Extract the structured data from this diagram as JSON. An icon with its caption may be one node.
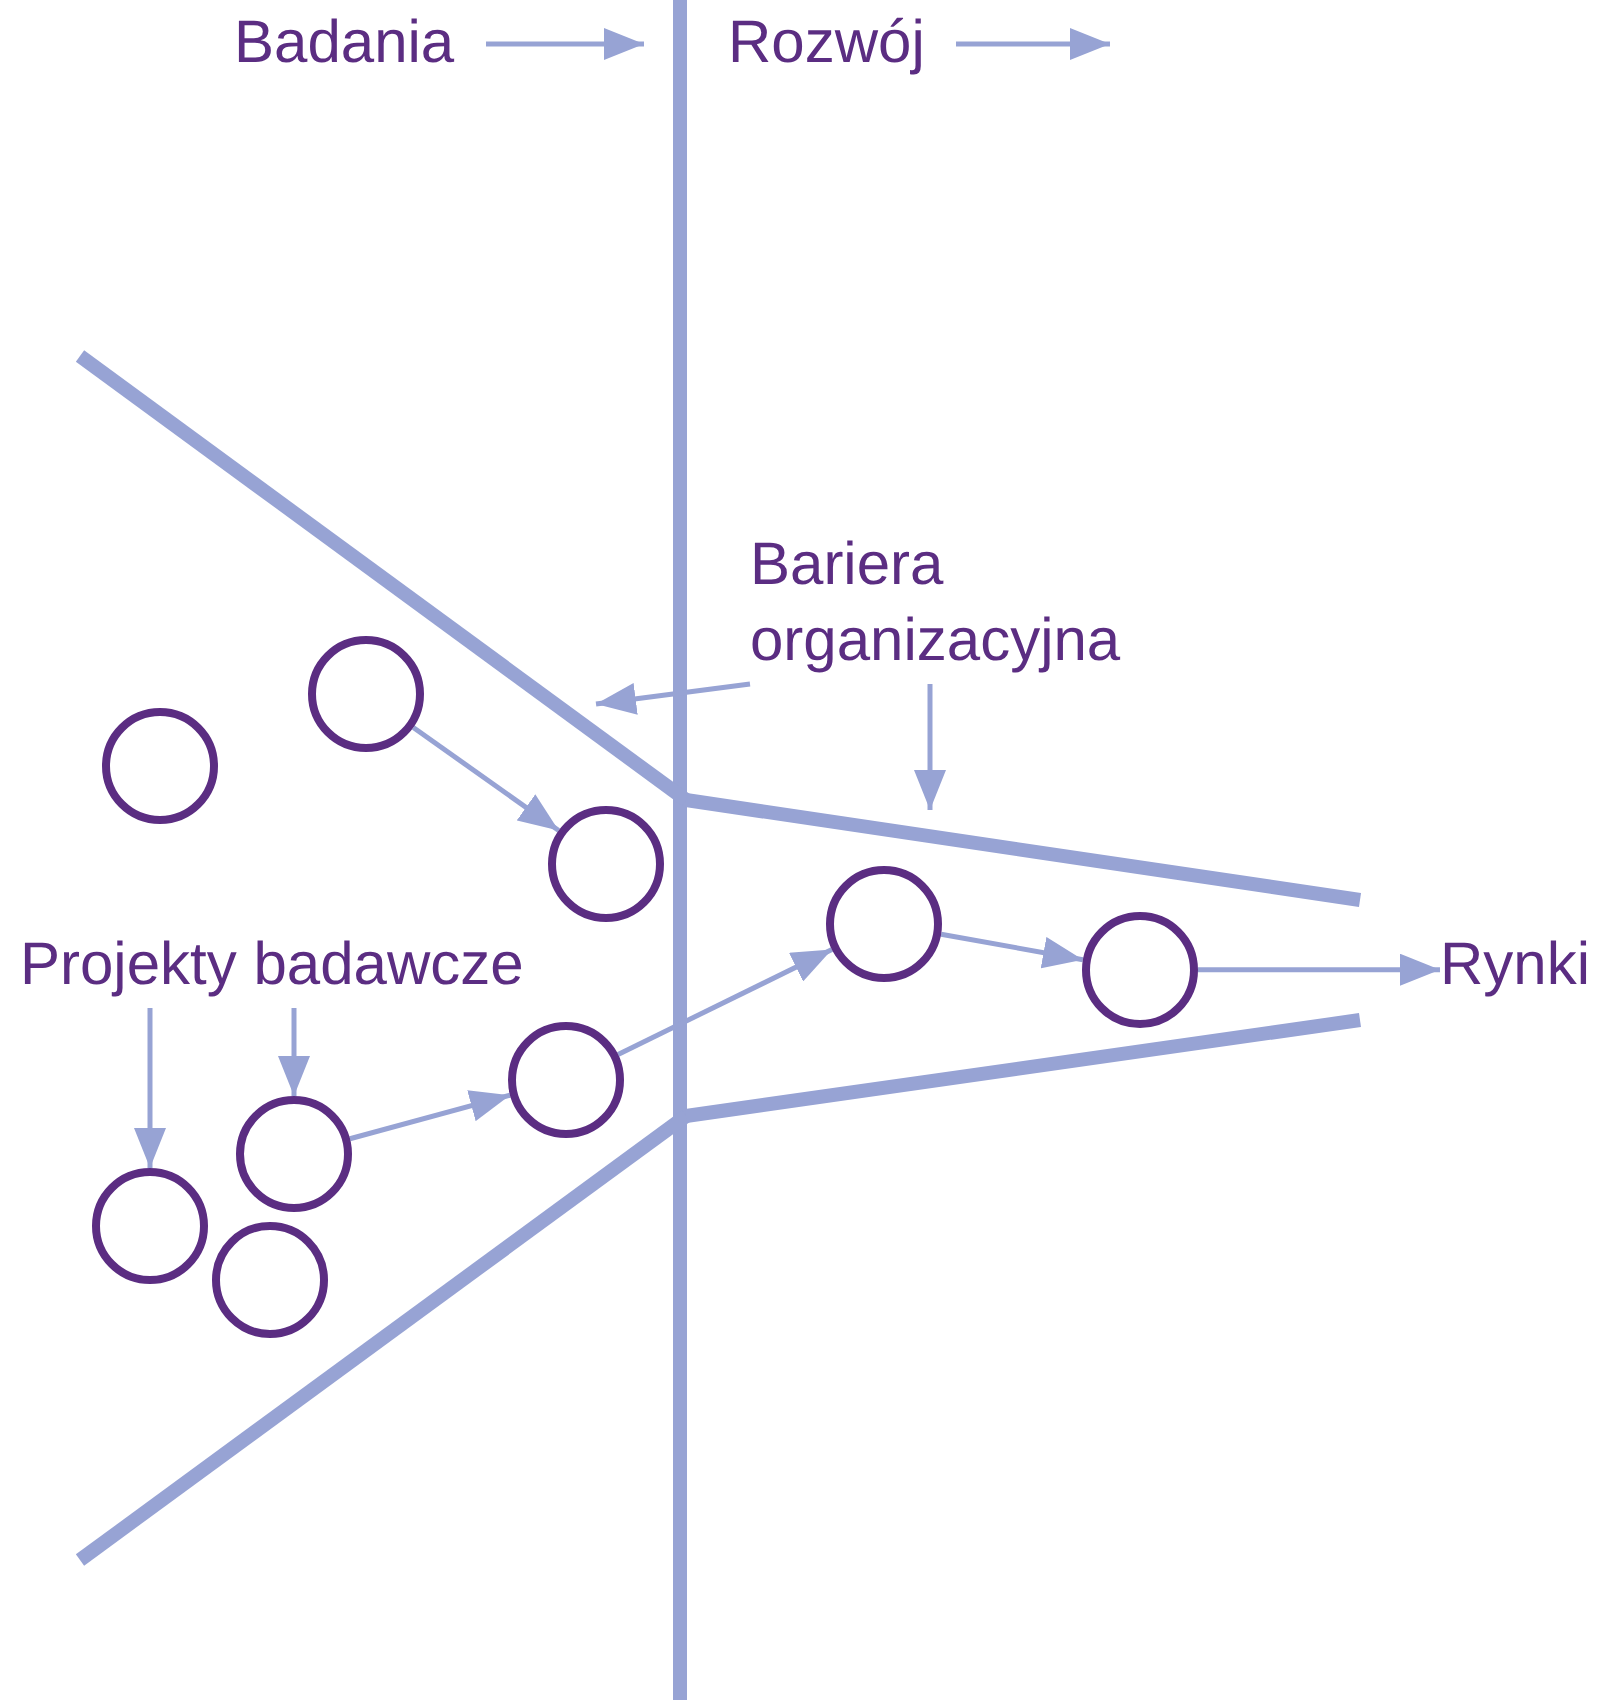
{
  "diagram": {
    "nodes": [
      {
        "text": [
          "Bariera organizacyjna"
        ]
      },
      {
        "text": [],
        "shape": "circle"
      },
      {
        "text": [],
        "shape": "circle"
      },
      {
        "text": [],
        "shape": "circle"
      },
      {
        "text": [],
        "shape": "circle"
      },
      {
        "text": [
          "Projekty badawcze"
        ]
      },
      {
        "text": [],
        "shape": "circle"
      },
      {
        "text": [
          "Rynki"
        ]
      },
      {
        "text": [],
        "shape": "circle"
      },
      {
        "text": [],
        "shape": "circle"
      },
      {
        "text": [],
        "shape": "circle"
      },
      {
        "text": [],
        "shape": "circle"
      }
    ],
    "edges": [
      {
        "from": 0,
        "to": null,
        "arrow": "to"
      },
      {
        "from": 0,
        "to": null,
        "arrow": "to"
      },
      {
        "from": 1,
        "to": 3,
        "arrow": "to"
      },
      {
        "from": 5,
        "to": 10,
        "arrow": "to"
      },
      {
        "from": 5,
        "to": 9,
        "arrow": "to"
      },
      {
        "from": 9,
        "to": 8,
        "arrow": "to"
      },
      {
        "from": 8,
        "to": 4,
        "arrow": "to"
      },
      {
        "from": 4,
        "to": 6,
        "arrow": "to"
      },
      {
        "from": 6,
        "to": 7,
        "arrow": "to"
      }
    ],
    "labels": [
      "Badania",
      "Rozwój"
    ]
  }
}
